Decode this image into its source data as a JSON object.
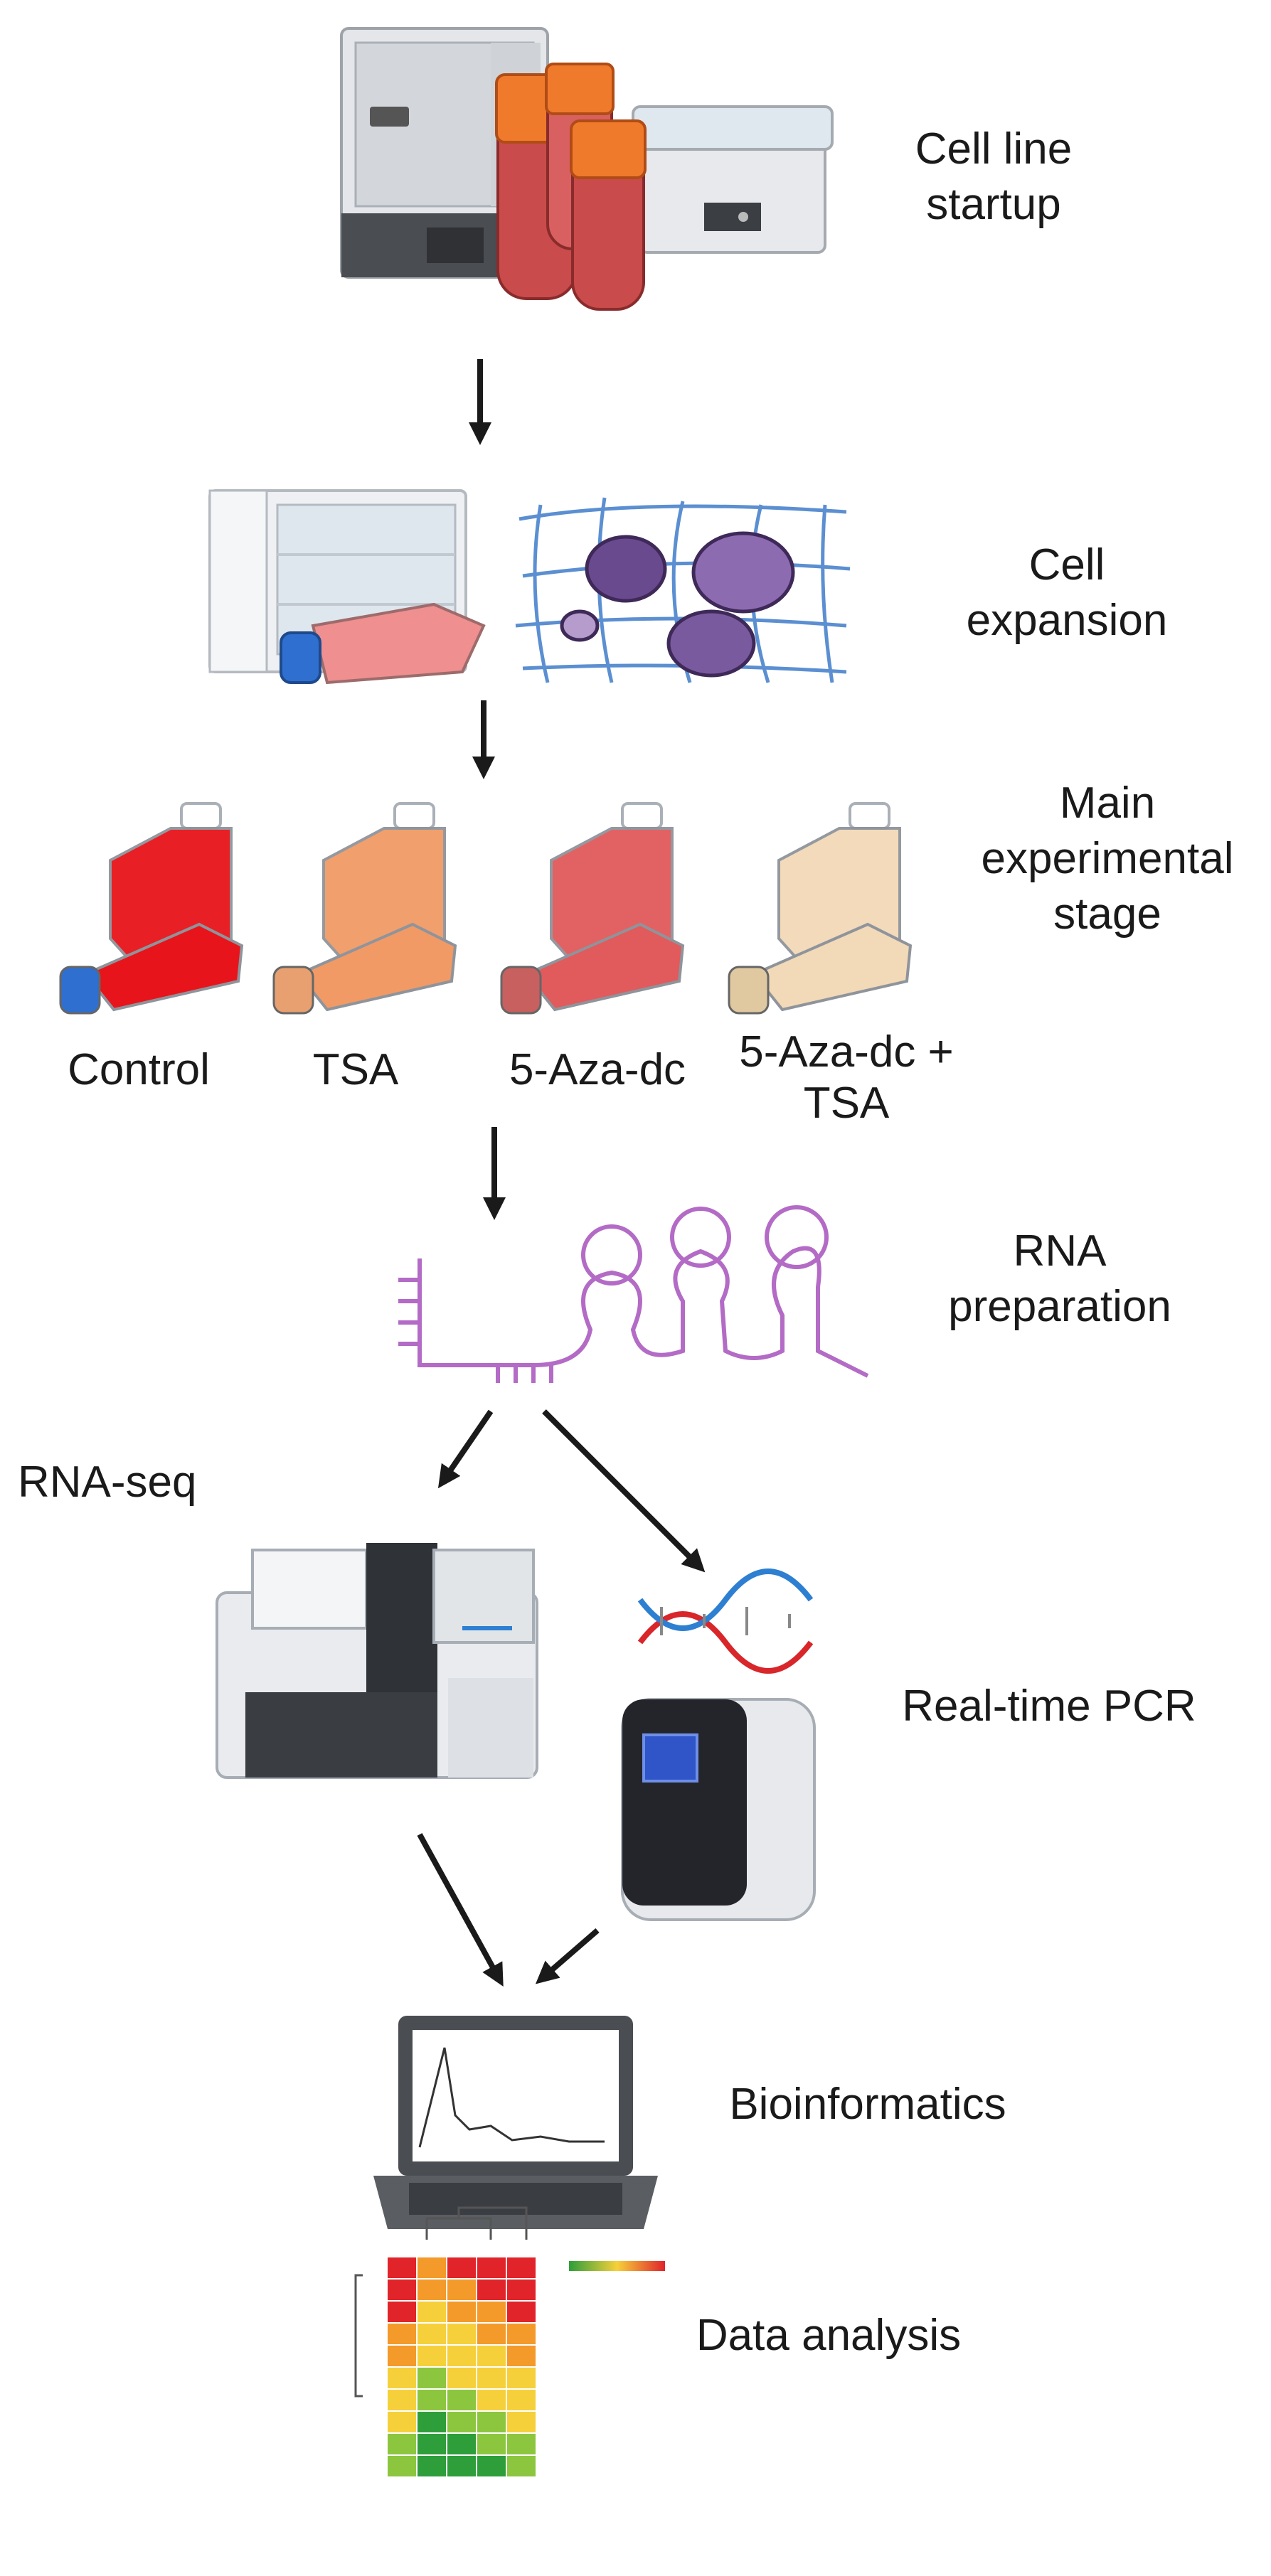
{
  "steps": {
    "cell_line_startup": "Cell line\nstartup",
    "cell_expansion": "Cell\nexpansion",
    "main_experimental_stage": "Main\nexperimental\nstage",
    "rna_preparation": "RNA\npreparation",
    "rna_seq": "RNA-seq",
    "real_time_pcr": "Real-time PCR",
    "bioinformatics": "Bioinformatics",
    "data_analysis": "Data analysis"
  },
  "treatments": [
    "Control",
    "TSA",
    "5-Aza-dc",
    "5-Aza-dc +\nTSA"
  ],
  "colors": {
    "flask_control": "#e8141b",
    "flask_tsa": "#f19a66",
    "flask_aza": "#e15a5c",
    "flask_combo": "#f2d9b8",
    "cap_blue": "#2f6fd0",
    "rna": "#b36bc6",
    "dna_red": "#d8262b",
    "dna_blue": "#2d7fd2",
    "arrow": "#1a1a1a"
  },
  "icons": [
    "freezer-icon",
    "culture-tube-icon",
    "water-bath-icon",
    "incubator-icon",
    "culture-flask-icon",
    "cell-scaffold-icon",
    "rna-strand-icon",
    "sequencer-icon",
    "dna-helix-icon",
    "pcr-machine-icon",
    "laptop-icon",
    "heatmap-icon"
  ]
}
